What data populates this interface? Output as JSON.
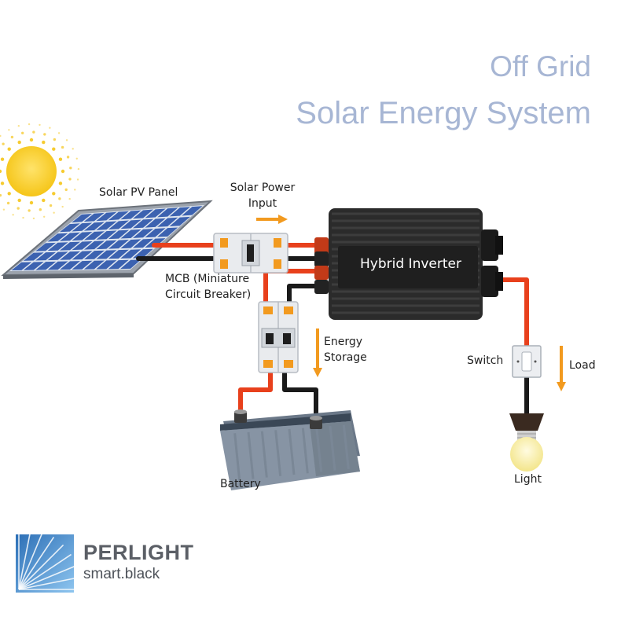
{
  "title": {
    "line1": "Off Grid",
    "line2": "Solar Energy System"
  },
  "labels": {
    "solar_panel": "Solar PV Panel",
    "solar_power_line1": "Solar Power",
    "solar_power_line2": "Input",
    "mcb_line1": "MCB (Miniature",
    "mcb_line2": "Circuit Breaker)",
    "inverter": "Hybrid Inverter",
    "energy_line1": "Energy",
    "energy_line2": "Storage",
    "battery": "Battery",
    "switch": "Switch",
    "load": "Load",
    "light": "Light"
  },
  "brand": {
    "name": "PERLIGHT",
    "tagline": "smart.black"
  },
  "colors": {
    "title": "#a7b6d4",
    "wire_positive": "#e8401c",
    "wire_negative": "#1a1a1a",
    "arrow": "#f29a1f",
    "inverter_body": "#2b2b2b",
    "panel_cell": "#3c62b0",
    "battery_body": "#8794a4",
    "sun": "#f5c518"
  },
  "icons": [
    "sun-icon",
    "solar-panel-icon",
    "breaker-icon",
    "inverter-icon",
    "battery-icon",
    "switch-icon",
    "bulb-icon",
    "perlight-logo-icon"
  ]
}
